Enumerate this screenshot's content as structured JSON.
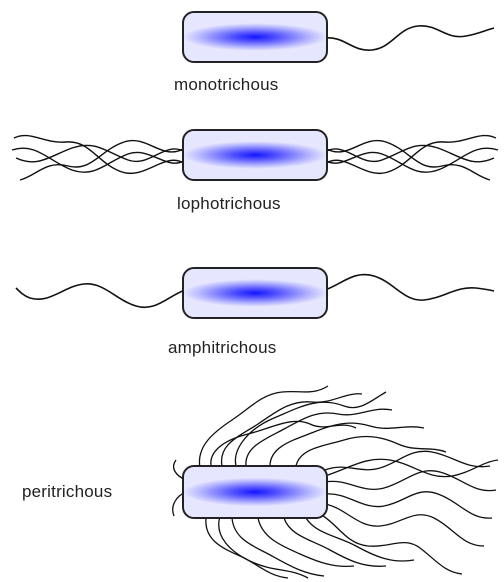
{
  "labels": {
    "monotrichous": "monotrichous",
    "lophotrichous": "lophotrichous",
    "amphitrichous": "amphitrichous",
    "peritrichous": "peritrichous"
  },
  "colors": {
    "cell_center": "#1a1aff",
    "cell_edge": "#d9d9ff",
    "cell_outline": "#222222",
    "flagellum": "#111111",
    "background": "#ffffff"
  }
}
